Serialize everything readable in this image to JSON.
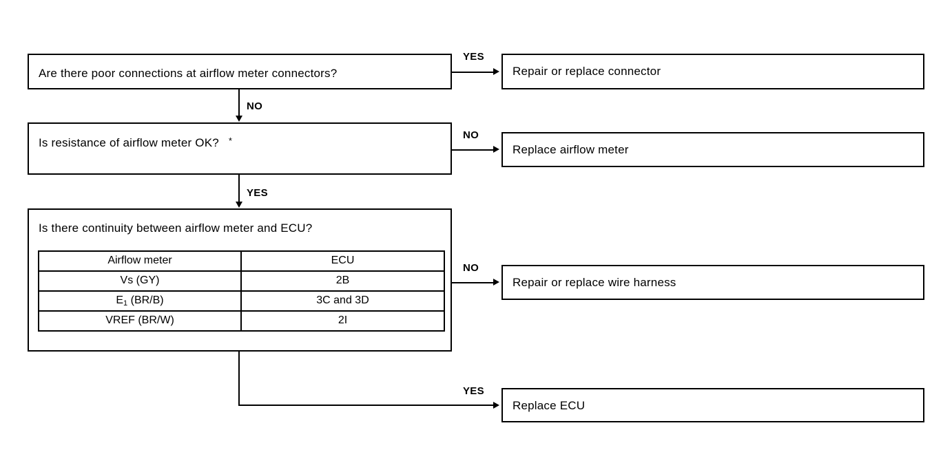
{
  "diagram": {
    "title": "Airflow meter diagnostic flowchart",
    "type": "troubleshooting-flowchart",
    "ink_color": "#000000",
    "background_color": "#ffffff"
  },
  "questions": [
    {
      "id": "q1",
      "text": "Are there poor connections at airflow meter connectors?",
      "footnote_mark": ""
    },
    {
      "id": "q2",
      "text": "Is resistance of airflow meter OK?",
      "footnote_mark": "*"
    },
    {
      "id": "q3",
      "text": "Is there continuity between airflow meter and ECU?",
      "footnote_mark": ""
    }
  ],
  "actions": [
    {
      "id": "a1",
      "text": "Repair or replace connector"
    },
    {
      "id": "a2",
      "text": "Replace airflow meter"
    },
    {
      "id": "a3",
      "text": "Repair or replace wire harness"
    },
    {
      "id": "a4",
      "text": "Replace ECU"
    }
  ],
  "edge_labels": {
    "q1_to_a1": "YES",
    "q1_to_q2": "NO",
    "q2_to_a2": "NO",
    "q2_to_q3": "YES",
    "q3_to_a3": "NO",
    "q3_to_a4": "YES"
  },
  "continuity_table": {
    "headers": [
      "Airflow meter",
      "ECU"
    ],
    "rows": [
      {
        "meter": "Vs (GY)",
        "meter_base": "Vs (GY)",
        "meter_sub": "",
        "ecu": "2B"
      },
      {
        "meter": "E1 (BR/B)",
        "meter_base": "E",
        "meter_sub": "1",
        "meter_rest": " (BR/B)",
        "ecu": "3C and 3D"
      },
      {
        "meter": "VREF (BR/W)",
        "meter_base": "VREF (BR/W)",
        "meter_sub": "",
        "ecu": "2I"
      }
    ]
  }
}
